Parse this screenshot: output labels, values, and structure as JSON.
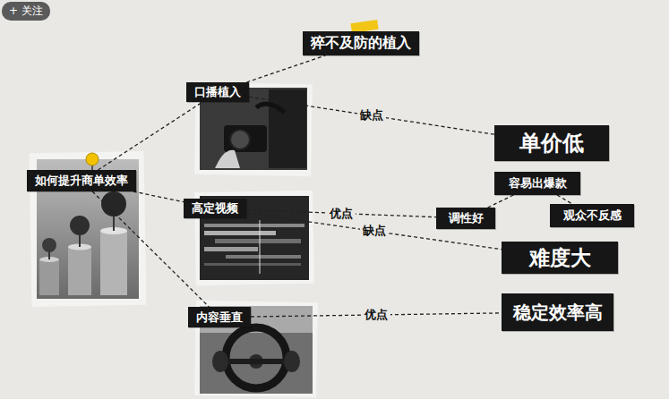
{
  "diagram": {
    "nodes": [
      {
        "text": [
          "猝不及防的植入"
        ]
      },
      {
        "text": [
          "口播植入"
        ]
      },
      {
        "text": [
          "单价低"
        ]
      },
      {
        "text": [
          "如何提升商单效率"
        ]
      },
      {
        "text": [
          "容易出爆款"
        ]
      },
      {
        "text": [
          "高定视频"
        ]
      },
      {
        "text": [
          "调性好"
        ]
      },
      {
        "text": [
          "观众不反感"
        ]
      },
      {
        "text": [
          "难度大"
        ]
      },
      {
        "text": [
          "内容垂直"
        ]
      },
      {
        "text": [
          "稳定效率高"
        ]
      }
    ],
    "edges": [
      {
        "from": 3,
        "to": 1,
        "arrow": "none"
      },
      {
        "from": 3,
        "to": 5,
        "arrow": "none"
      },
      {
        "from": 3,
        "to": 9,
        "arrow": "none"
      },
      {
        "from": 1,
        "to": 0,
        "arrow": "none"
      },
      {
        "from": 1,
        "to": 2,
        "label": "缺点",
        "arrow": "none"
      },
      {
        "from": 5,
        "to": 6,
        "label": "优点",
        "arrow": "none"
      },
      {
        "from": 4,
        "to": 6,
        "arrow": "none"
      },
      {
        "from": 4,
        "to": 7,
        "arrow": "none"
      },
      {
        "from": 5,
        "to": 8,
        "label": "缺点",
        "arrow": "none"
      },
      {
        "from": 9,
        "to": 10,
        "label": "优点",
        "arrow": "none"
      }
    ],
    "labels": [
      "+ 关注"
    ]
  }
}
